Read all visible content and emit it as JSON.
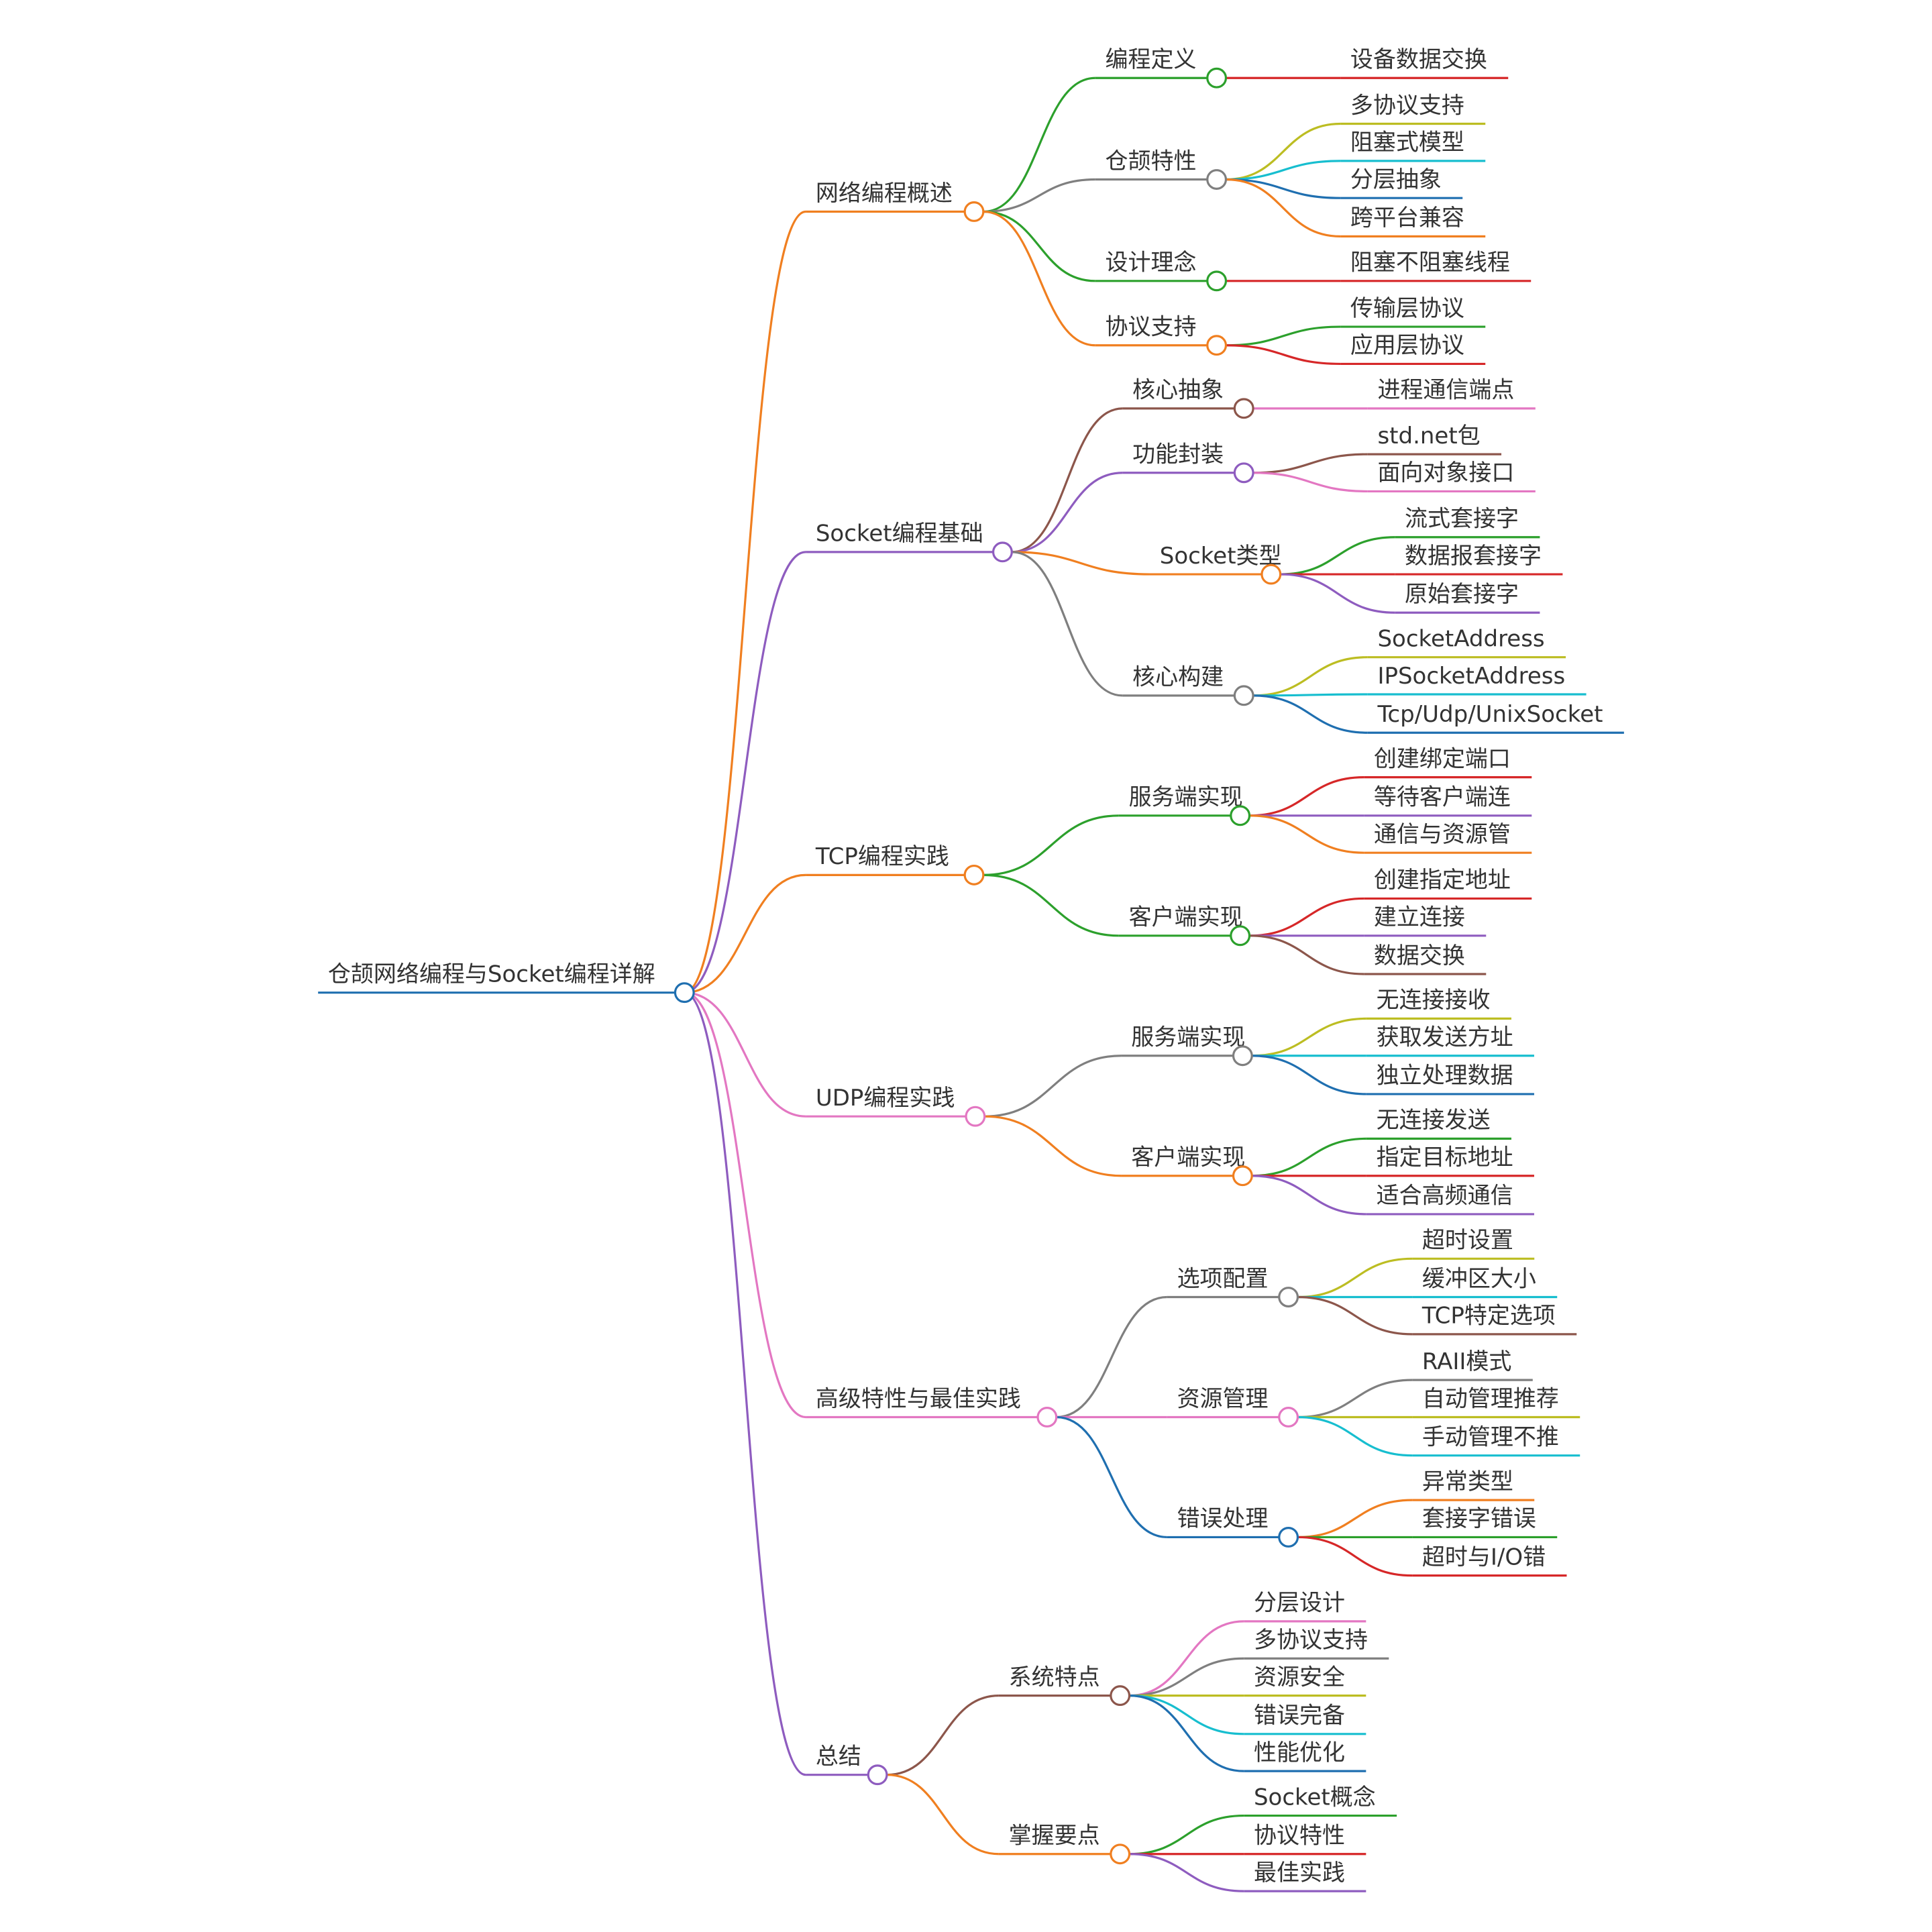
{
  "mindmap": {
    "root": {
      "label": "仓颉网络编程与Socket编程详解",
      "color": "#1f6fb0",
      "children": [
        {
          "label": "网络编程概述",
          "color": "#f07f20",
          "children": [
            {
              "label": "编程定义",
              "color": "#2ca02c",
              "children": [
                {
                  "label": "设备数据交换",
                  "color": "#d62728"
                }
              ]
            },
            {
              "label": "仓颉特性",
              "color": "#7f7f7f",
              "children": [
                {
                  "label": "多协议支持",
                  "color": "#bcbd22"
                },
                {
                  "label": "阻塞式模型",
                  "color": "#17becf"
                },
                {
                  "label": "分层抽象",
                  "color": "#1f6fb0"
                },
                {
                  "label": "跨平台兼容",
                  "color": "#f07f20"
                }
              ]
            },
            {
              "label": "设计理念",
              "color": "#2ca02c",
              "children": [
                {
                  "label": "阻塞不阻塞线程",
                  "color": "#d62728"
                }
              ]
            },
            {
              "label": "协议支持",
              "color": "#f07f20",
              "children": [
                {
                  "label": "传输层协议",
                  "color": "#2ca02c"
                },
                {
                  "label": "应用层协议",
                  "color": "#d62728"
                }
              ]
            }
          ]
        },
        {
          "label": "Socket编程基础",
          "color": "#8e5cbf",
          "children": [
            {
              "label": "核心抽象",
              "color": "#8c564b",
              "children": [
                {
                  "label": "进程通信端点",
                  "color": "#e377c2"
                }
              ]
            },
            {
              "label": "功能封装",
              "color": "#8e5cbf",
              "children": [
                {
                  "label": "std.net包",
                  "color": "#8c564b"
                },
                {
                  "label": "面向对象接口",
                  "color": "#e377c2"
                }
              ]
            },
            {
              "label": "Socket类型",
              "color": "#f07f20",
              "children": [
                {
                  "label": "流式套接字",
                  "color": "#2ca02c"
                },
                {
                  "label": "数据报套接字",
                  "color": "#d62728"
                },
                {
                  "label": "原始套接字",
                  "color": "#8e5cbf"
                }
              ]
            },
            {
              "label": "核心构建",
              "color": "#7f7f7f",
              "children": [
                {
                  "label": "SocketAddress",
                  "color": "#bcbd22"
                },
                {
                  "label": "IPSocketAddress",
                  "color": "#17becf"
                },
                {
                  "label": "Tcp/Udp/UnixSocket",
                  "color": "#1f6fb0"
                }
              ]
            }
          ]
        },
        {
          "label": "TCP编程实践",
          "color": "#f07f20",
          "children": [
            {
              "label": "服务端实现",
              "color": "#2ca02c",
              "children": [
                {
                  "label": "创建绑定端口",
                  "color": "#d62728"
                },
                {
                  "label": "等待客户端连",
                  "color": "#8e5cbf"
                },
                {
                  "label": "通信与资源管",
                  "color": "#f07f20"
                }
              ]
            },
            {
              "label": "客户端实现",
              "color": "#2ca02c",
              "children": [
                {
                  "label": "创建指定地址",
                  "color": "#d62728"
                },
                {
                  "label": "建立连接",
                  "color": "#8e5cbf"
                },
                {
                  "label": "数据交换",
                  "color": "#8c564b"
                }
              ]
            }
          ]
        },
        {
          "label": "UDP编程实践",
          "color": "#e377c2",
          "children": [
            {
              "label": "服务端实现",
              "color": "#7f7f7f",
              "children": [
                {
                  "label": "无连接接收",
                  "color": "#bcbd22"
                },
                {
                  "label": "获取发送方址",
                  "color": "#17becf"
                },
                {
                  "label": "独立处理数据",
                  "color": "#1f6fb0"
                }
              ]
            },
            {
              "label": "客户端实现",
              "color": "#f07f20",
              "children": [
                {
                  "label": "无连接发送",
                  "color": "#2ca02c"
                },
                {
                  "label": "指定目标地址",
                  "color": "#d62728"
                },
                {
                  "label": "适合高频通信",
                  "color": "#8e5cbf"
                }
              ]
            }
          ]
        },
        {
          "label": "高级特性与最佳实践",
          "color": "#e377c2",
          "children": [
            {
              "label": "选项配置",
              "color": "#7f7f7f",
              "children": [
                {
                  "label": "超时设置",
                  "color": "#bcbd22"
                },
                {
                  "label": "缓冲区大小",
                  "color": "#17becf"
                },
                {
                  "label": "TCP特定选项",
                  "color": "#8c564b"
                }
              ]
            },
            {
              "label": "资源管理",
              "color": "#e377c2",
              "children": [
                {
                  "label": "RAII模式",
                  "color": "#7f7f7f"
                },
                {
                  "label": "自动管理推荐",
                  "color": "#bcbd22"
                },
                {
                  "label": "手动管理不推",
                  "color": "#17becf"
                }
              ]
            },
            {
              "label": "错误处理",
              "color": "#1f6fb0",
              "children": [
                {
                  "label": "异常类型",
                  "color": "#f07f20"
                },
                {
                  "label": "套接字错误",
                  "color": "#2ca02c"
                },
                {
                  "label": "超时与I/O错",
                  "color": "#d62728"
                }
              ]
            }
          ]
        },
        {
          "label": "总结",
          "color": "#8e5cbf",
          "children": [
            {
              "label": "系统特点",
              "color": "#8c564b",
              "children": [
                {
                  "label": "分层设计",
                  "color": "#e377c2"
                },
                {
                  "label": "多协议支持",
                  "color": "#7f7f7f"
                },
                {
                  "label": "资源安全",
                  "color": "#bcbd22"
                },
                {
                  "label": "错误完备",
                  "color": "#17becf"
                },
                {
                  "label": "性能优化",
                  "color": "#1f6fb0"
                }
              ]
            },
            {
              "label": "掌握要点",
              "color": "#f07f20",
              "children": [
                {
                  "label": "Socket概念",
                  "color": "#2ca02c"
                },
                {
                  "label": "协议特性",
                  "color": "#d62728"
                },
                {
                  "label": "最佳实践",
                  "color": "#8e5cbf"
                }
              ]
            }
          ]
        }
      ]
    }
  }
}
